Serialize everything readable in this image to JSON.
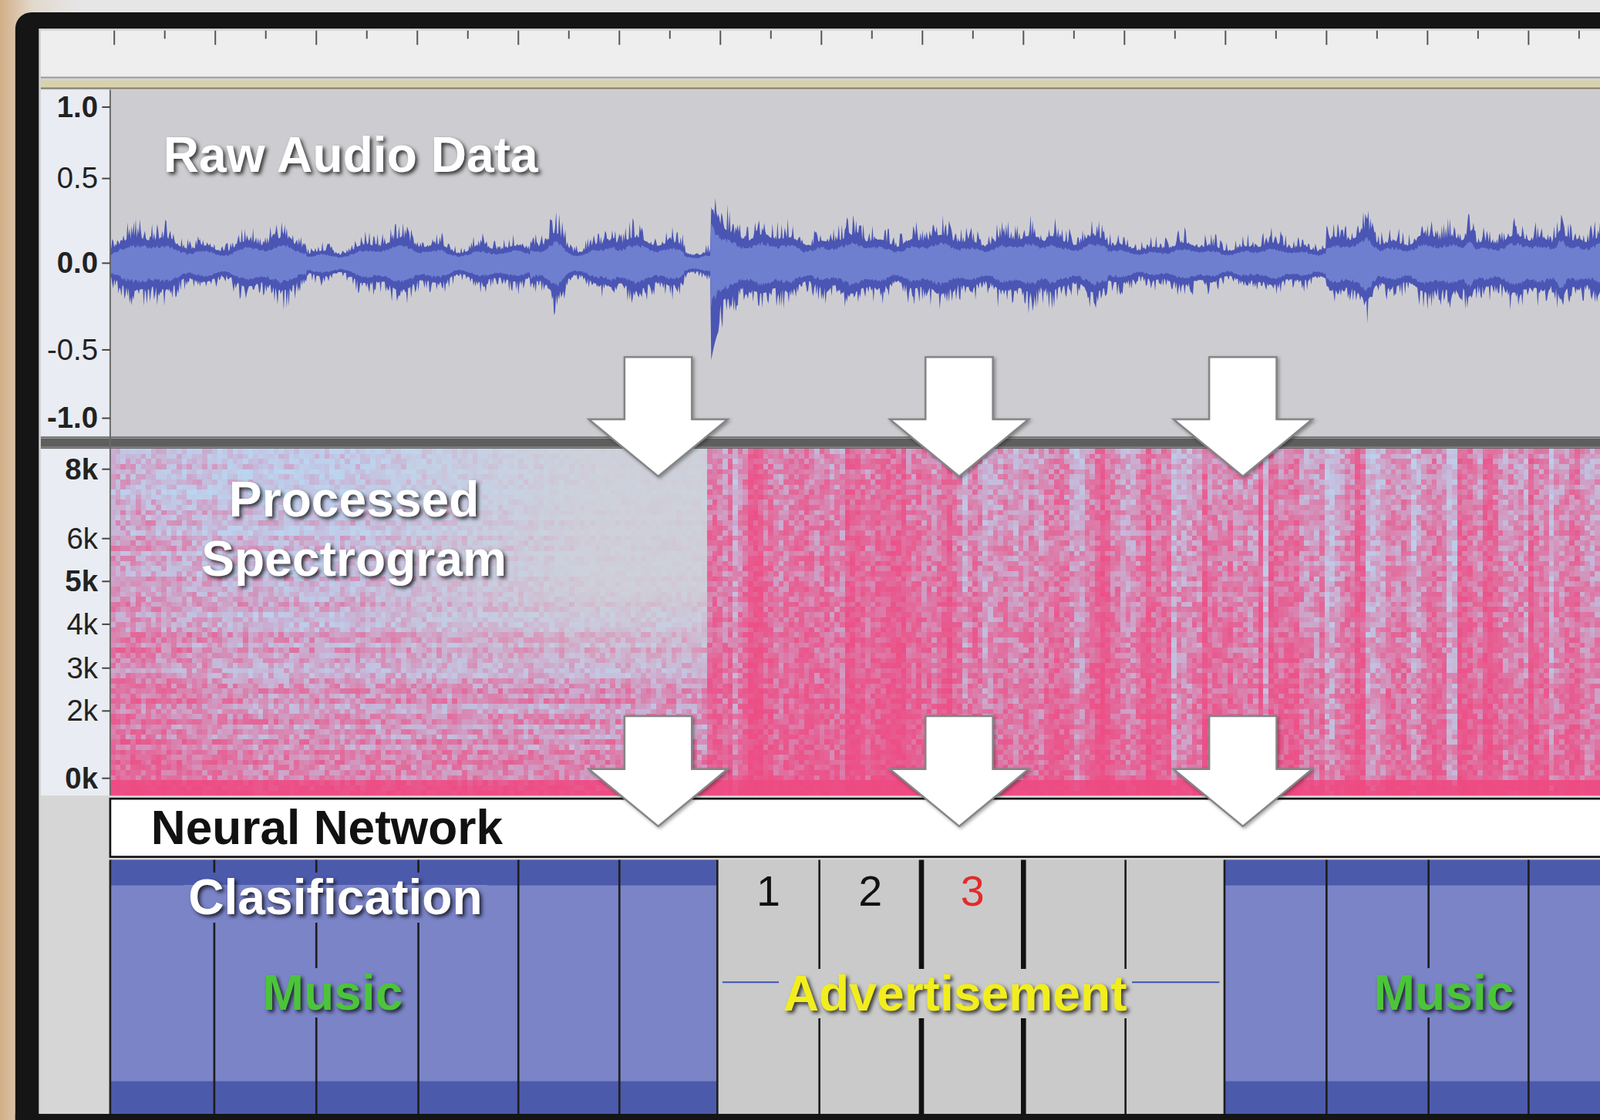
{
  "diagram": {
    "nodes": [
      {
        "text": [
          "Raw Audio Data"
        ]
      },
      {
        "text": [
          "Processed Spectrogram"
        ]
      },
      {
        "text": [
          "Neural Network"
        ]
      },
      {
        "text": [
          "Clasification"
        ]
      },
      {
        "text": [
          "Music"
        ],
        "in": 3
      },
      {
        "text": [
          "Advertisement"
        ],
        "in": 3
      },
      {
        "text": [
          "1"
        ],
        "in": 5
      },
      {
        "text": [
          "2"
        ],
        "in": 5
      },
      {
        "text": [
          "3"
        ],
        "in": 5
      },
      {
        "text": [
          "Music"
        ],
        "in": 3
      }
    ],
    "edges": [
      {
        "from": 0,
        "to": 1,
        "arrow": "to"
      },
      {
        "from": 0,
        "to": 1,
        "arrow": "to"
      },
      {
        "from": 0,
        "to": 1,
        "arrow": "to"
      },
      {
        "from": 1,
        "to": 2,
        "arrow": "to"
      },
      {
        "from": 1,
        "to": 2,
        "arrow": "to"
      },
      {
        "from": 1,
        "to": 2,
        "arrow": "to"
      }
    ],
    "labels": [
      "1.0",
      "0.5",
      "0.0",
      "-0.5",
      "-1.0",
      "8k",
      "6k",
      "5k",
      "4k",
      "3k",
      "2k",
      "0k"
    ]
  }
}
